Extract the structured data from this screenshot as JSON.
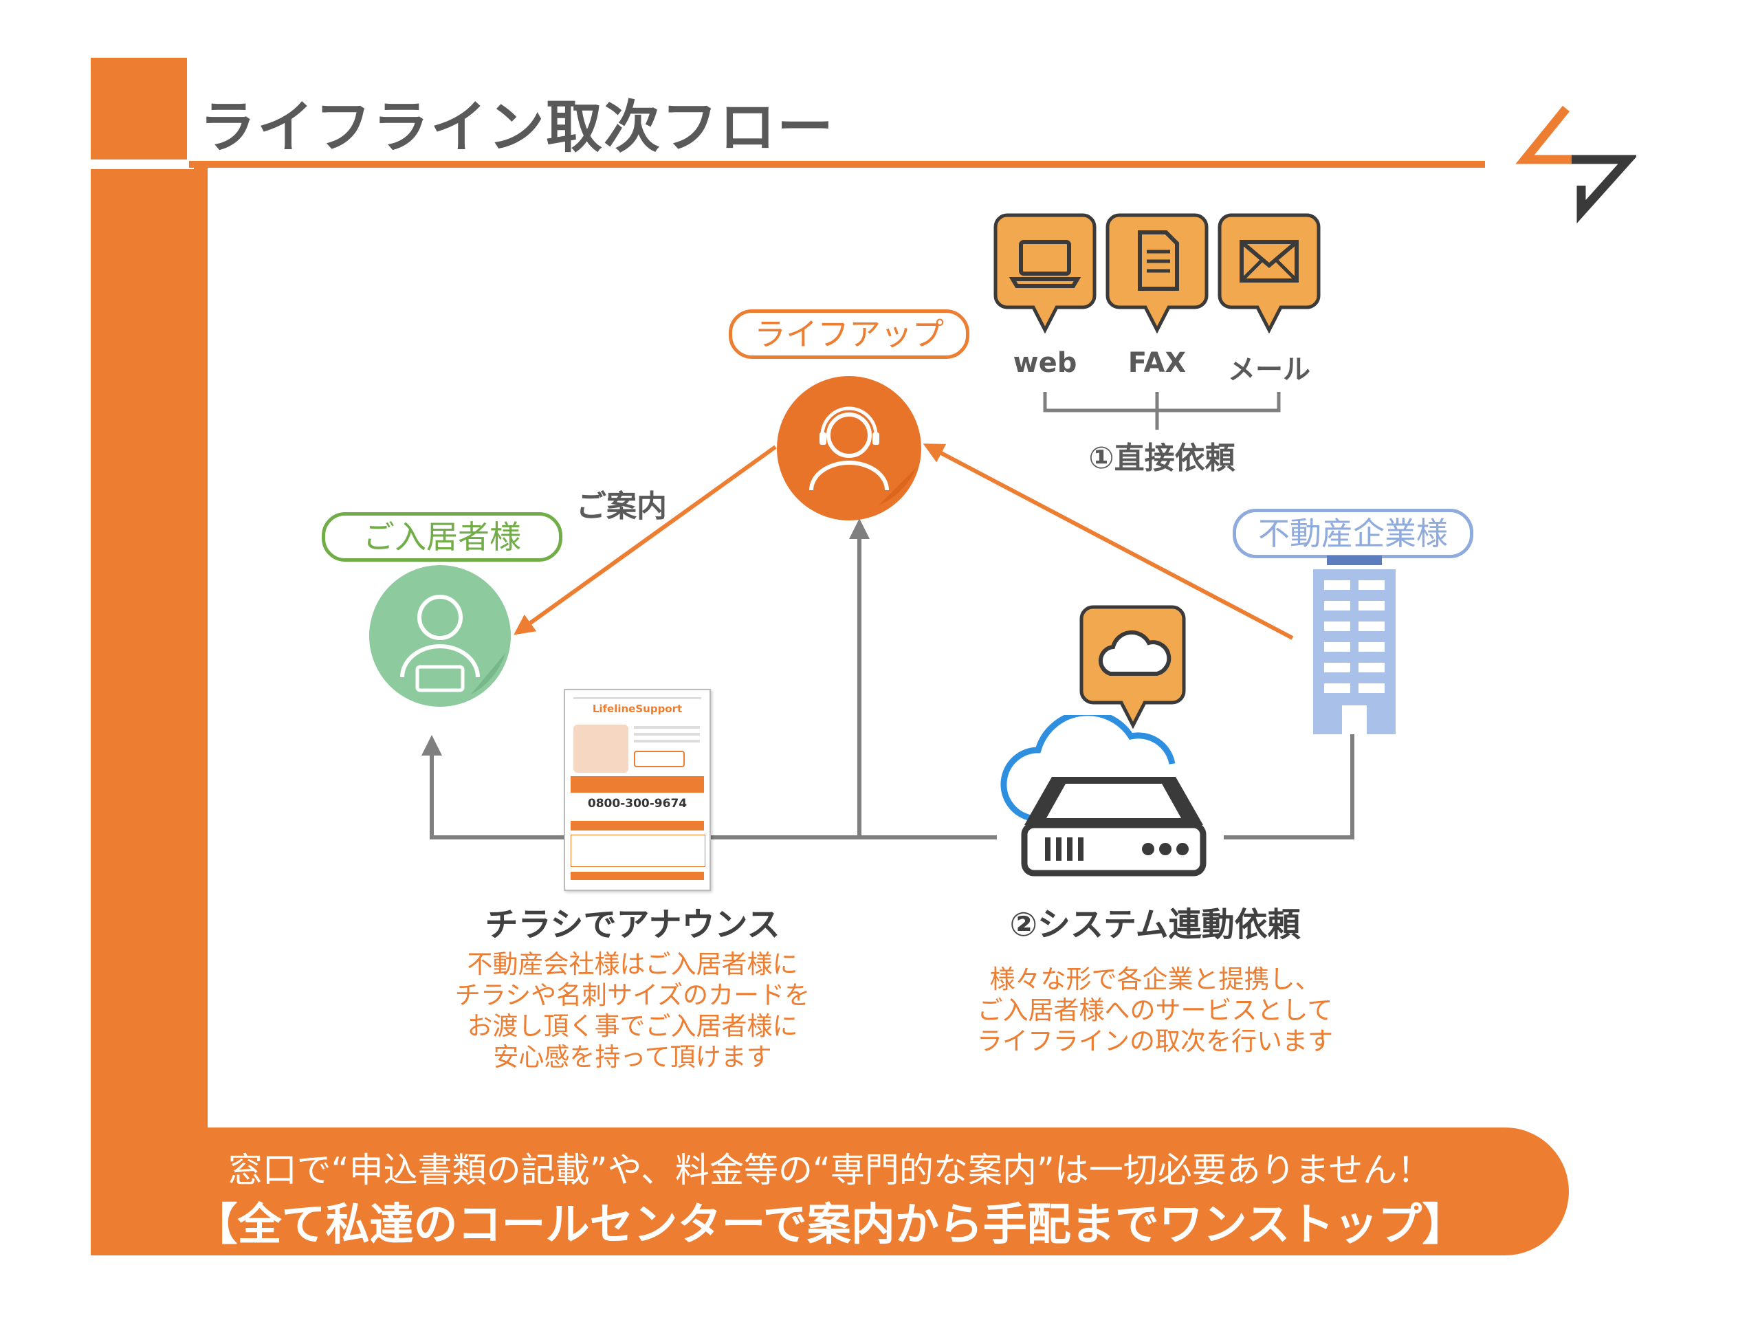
{
  "title": "ライフライン取次フロー",
  "colors": {
    "accent": "#ED7D31",
    "icon_fill": "#F2A84F",
    "resident_green": "#70AD47",
    "circle_green": "#8DCB9E",
    "realestate_blue": "#8FAADC",
    "building": "#A9C0E8",
    "arrow_gray": "#7F7F7F",
    "cloud_blue": "#2E8FE0",
    "text_gray": "#595959"
  },
  "nodes": {
    "lifeup": "ライフアップ",
    "resident": "ご入居者様",
    "realestate": "不動産企業様"
  },
  "channels": [
    {
      "label": "web",
      "icon": "laptop-icon"
    },
    {
      "label": "FAX",
      "icon": "document-icon"
    },
    {
      "label": "メール",
      "icon": "envelope-icon"
    }
  ],
  "direct_request": "①直接依頼",
  "guide": "ご案内",
  "flyer": {
    "logo": "LifelineSupport",
    "phone": "0800-300-9674"
  },
  "flyer_heading": "チラシでアナウンス",
  "flyer_desc": [
    "不動産会社様はご入居者様に",
    "チラシや名刺サイズのカードを",
    "お渡し頂く事でご入居者様に",
    "安心感を持って頂けます"
  ],
  "system_heading": "②システム連動依頼",
  "system_desc": [
    "様々な形で各企業と提携し、",
    "ご入居者様へのサービスとして",
    "ライフラインの取次を行います"
  ],
  "banner": {
    "line1": "窓口で“申込書類の記載”や、料金等の“専門的な案内”は一切必要ありません！",
    "line2": "【全て私達のコールセンターで案内から手配までワンストップ】"
  }
}
